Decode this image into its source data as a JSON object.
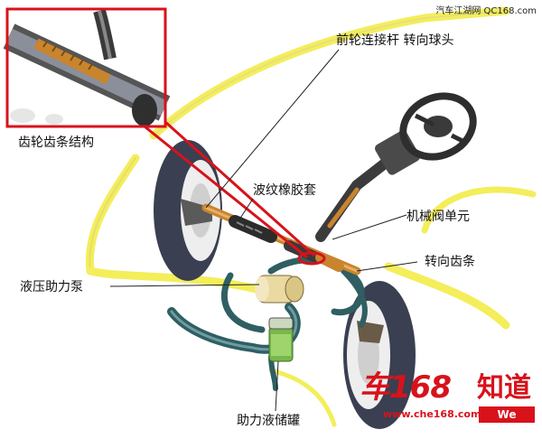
{
  "labels": {
    "gear_rack_structure": "齿轮齿条结构",
    "front_wheel_link": "前轮连接杆 转向球头",
    "bellows_boot": "波纹橡胶套",
    "mechanical_valve": "机械阀单元",
    "steering_rack": "转向齿条",
    "hydraulic_pump": "液压助力泵",
    "fluid_reservoir": "助力液储罐"
  },
  "watermark": "汽车江湖网 QC168.com",
  "logo": {
    "brand": "车168",
    "cn": "知道",
    "url": "www.che168.com",
    "badge": "We Know"
  },
  "colors": {
    "callout_red": "#d8121b",
    "car_outline_yellow": "#f3ee5a",
    "tire_dark": "#3a3f52",
    "hose_teal": "#2f5f63",
    "reservoir_green": "#78b84a"
  },
  "icons": [
    "steering-wheel-icon",
    "wheel-icon",
    "pump-icon",
    "reservoir-icon"
  ]
}
